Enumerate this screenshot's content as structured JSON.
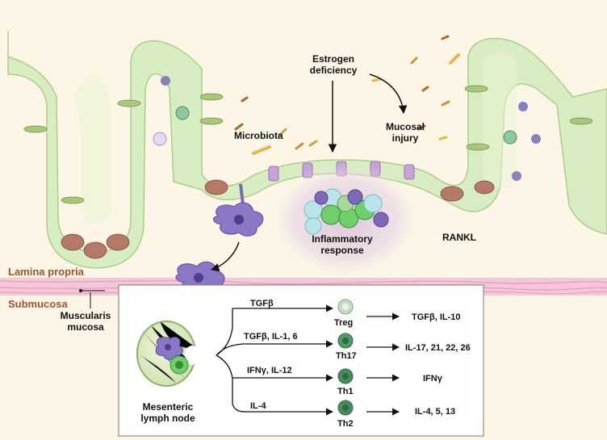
{
  "labels": {
    "estrogen": "Estrogen deficiency",
    "microbiota": "Microbiota",
    "mucosal_injury": "Mucosal injury",
    "inflammatory_response": "Inflammatory response",
    "rankl": "RANKL",
    "lamina_propria": "Lamina propria",
    "submucosa": "Submucosa",
    "muscularis_mucosa": "Muscularis mucosa",
    "lymph_node": "Mesenteric lymph node"
  },
  "pathways": [
    {
      "stimulus": "TGFβ",
      "cell": "Treg",
      "output": "TGFβ, IL-10",
      "color": "#c6dfc4"
    },
    {
      "stimulus": "TGFβ, IL-1, 6",
      "cell": "Th17",
      "output": "IL-17, 21, 22, 26",
      "color": "#4f9a66"
    },
    {
      "stimulus": "IFNγ, IL-12",
      "cell": "Th1",
      "output": "IFNγ",
      "color": "#4c8a5e"
    },
    {
      "stimulus": "IL-4",
      "cell": "Th2",
      "output": "IL-4, 5, 13",
      "color": "#4c8a5e"
    }
  ],
  "colors": {
    "background": "#fdf6e6",
    "epithelium": "#ddeec7",
    "membrane": "#f1c3d3",
    "dendritic_cell": "#7b68b8",
    "inflammation_halo": "#e7d3e4"
  }
}
